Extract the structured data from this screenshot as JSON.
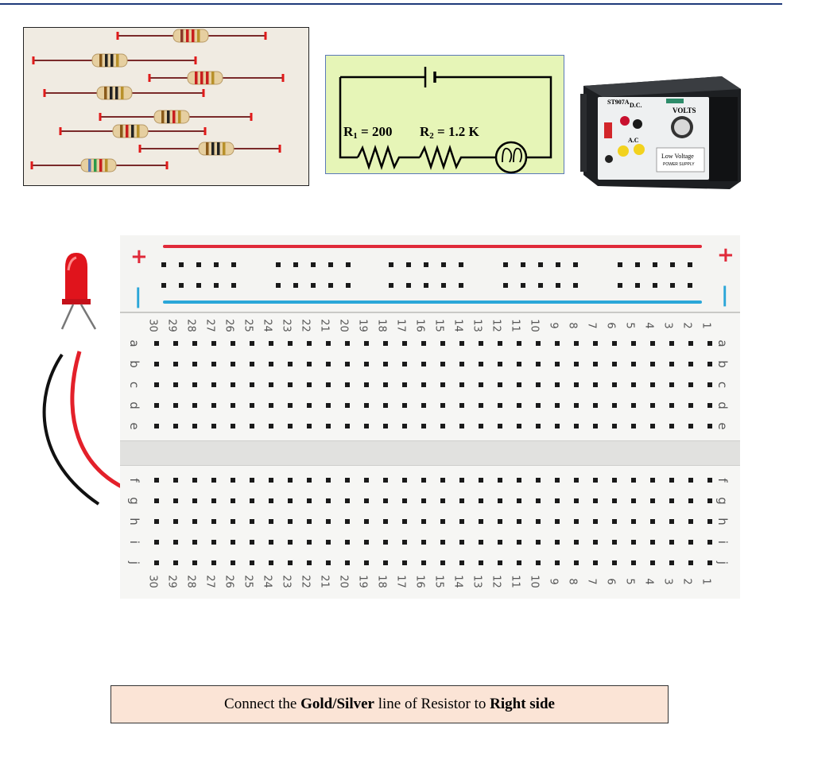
{
  "circuit": {
    "r1_name": "R",
    "r1_sub": "1",
    "r1_value": " = 200",
    "r2_name": "R",
    "r2_sub": "2",
    "r2_value": " = 1.2 K"
  },
  "power_supply": {
    "model": "ST907A",
    "dc_label": "D.C.",
    "ac_label": "A.C",
    "volts_label": "VOLTS",
    "brand_line1": "Low Voltage",
    "brand_line2": "POWER SUPPLY"
  },
  "breadboard": {
    "plus_sign": "+",
    "minus_sign": "|",
    "column_numbers": [
      "30",
      "29",
      "28",
      "27",
      "26",
      "25",
      "24",
      "23",
      "22",
      "21",
      "20",
      "19",
      "18",
      "17",
      "16",
      "15",
      "14",
      "13",
      "12",
      "11",
      "10",
      "9",
      "8",
      "7",
      "6",
      "5",
      "4",
      "3",
      "2",
      "1"
    ],
    "row_letters_top": [
      "a",
      "b",
      "c",
      "d",
      "e"
    ],
    "row_letters_bottom": [
      "f",
      "g",
      "h",
      "i",
      "j"
    ]
  },
  "instruction": {
    "prefix": "Connect the ",
    "bold1": "Gold/Silver",
    "middle": " line of Resistor to ",
    "bold2": "Right side"
  },
  "colors": {
    "rail_red": "#e02a3a",
    "rail_blue": "#2aa6d8",
    "wire_red": "#e3202a",
    "wire_black": "#111111",
    "circuit_bg": "#e6f5b7",
    "instruction_bg": "#fbe4d6"
  }
}
